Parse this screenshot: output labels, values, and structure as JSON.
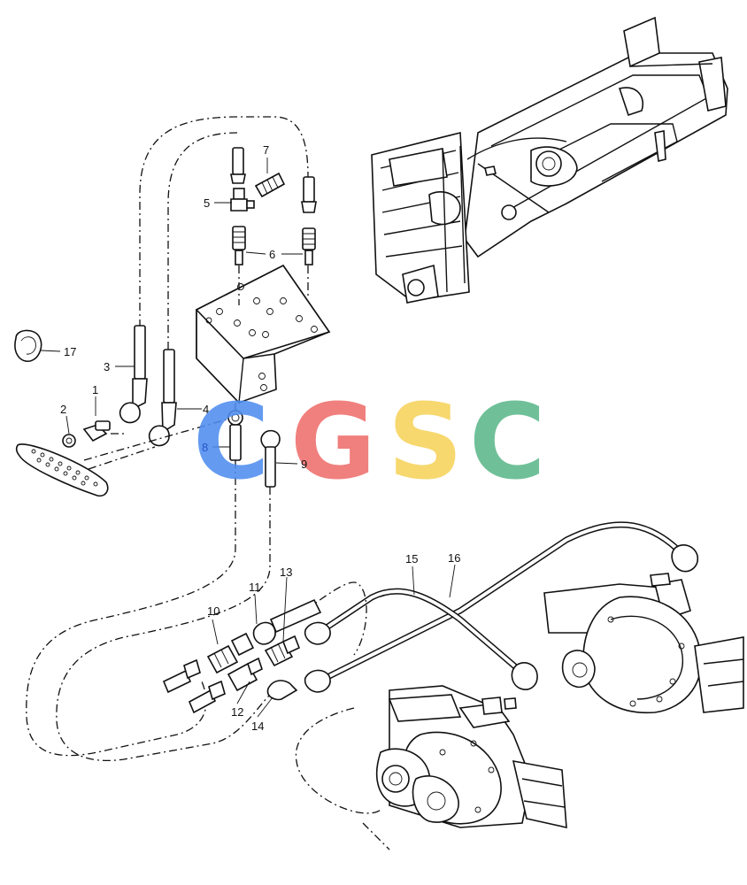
{
  "watermark": {
    "letters": [
      "C",
      "G",
      "S",
      "C"
    ],
    "colors": [
      "#4f8ef0",
      "#ef6f6c",
      "#f7d35c",
      "#5cb88a"
    ]
  },
  "callouts": [
    {
      "id": "1",
      "color": "#111111"
    },
    {
      "id": "2",
      "color": "#111111"
    },
    {
      "id": "3",
      "color": "#111111"
    },
    {
      "id": "4",
      "color": "#111111"
    },
    {
      "id": "5",
      "color": "#111111"
    },
    {
      "id": "6",
      "color": "#111111"
    },
    {
      "id": "7",
      "color": "#111111"
    },
    {
      "id": "8",
      "color": "#2a55c8"
    },
    {
      "id": "9",
      "color": "#111111"
    },
    {
      "id": "10",
      "color": "#111111"
    },
    {
      "id": "11",
      "color": "#111111"
    },
    {
      "id": "12",
      "color": "#111111"
    },
    {
      "id": "13",
      "color": "#111111"
    },
    {
      "id": "14",
      "color": "#111111"
    },
    {
      "id": "15",
      "color": "#111111"
    },
    {
      "id": "16",
      "color": "#111111"
    },
    {
      "id": "17",
      "color": "#111111"
    }
  ]
}
